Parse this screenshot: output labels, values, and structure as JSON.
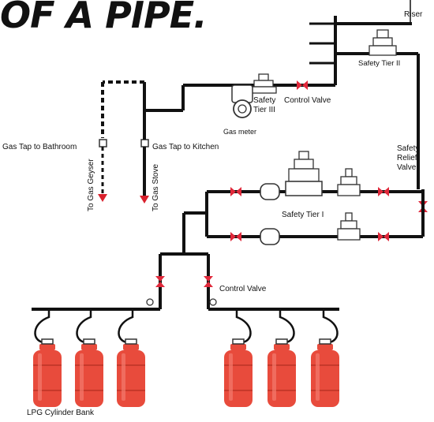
{
  "title": "OF A PIPE.",
  "labels": {
    "riser": "Riser",
    "safety_tier_2": "Safety Tier II",
    "control_valve_upper": "Control Valve",
    "safety_tier_3_line1": "Safety",
    "safety_tier_3_line2": "Tier III",
    "gas_meter": "Gas meter",
    "gas_tap_bathroom": "Gas Tap to Bathroom",
    "gas_tap_kitchen": "Gas Tap to Kitchen",
    "to_gas_geyser": "To Gas Geyser",
    "to_gas_stove": "To Gas Stove",
    "safety_relief_line1": "Safety",
    "safety_relief_line2": "Relief",
    "safety_relief_line3": "Valve",
    "safety_tier_1": "Safety Tier I",
    "control_valve_lower": "Control Valve",
    "lpg_cylinder_bank": "LPG Cylinder Bank"
  },
  "colors": {
    "pipe": "#111111",
    "valve": "#e0283a",
    "cylinder": "#e84b3c",
    "arrow": "#d9202c"
  }
}
